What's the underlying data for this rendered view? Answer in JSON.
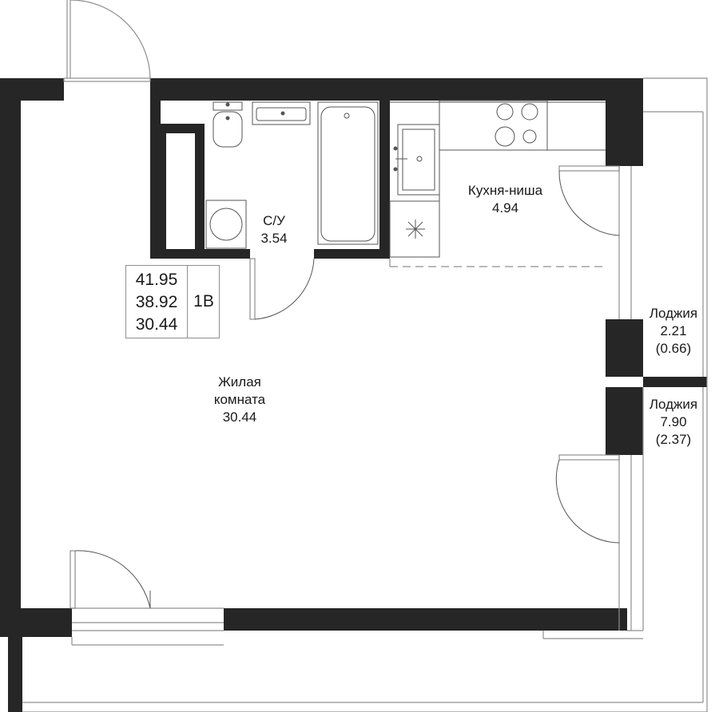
{
  "apartment": {
    "total_area": "41.95",
    "usable_area": "38.92",
    "living_area": "30.44",
    "type": "1В"
  },
  "rooms": {
    "bathroom": {
      "name": "С/У",
      "area": "3.54"
    },
    "kitchen": {
      "name": "Кухня-ниша",
      "area": "4.94"
    },
    "living": {
      "name_line1": "Жилая",
      "name_line2": "комната",
      "area": "30.44"
    },
    "loggia_1": {
      "name": "Лоджия",
      "area": "2.21",
      "reduced_area": "(0.66)"
    },
    "loggia_2": {
      "name": "Лоджия",
      "area": "7.90",
      "reduced_area": "(2.37)"
    }
  },
  "colors": {
    "wall": "#262626",
    "line": "#8f8f8f",
    "text": "#1a1a1a"
  }
}
